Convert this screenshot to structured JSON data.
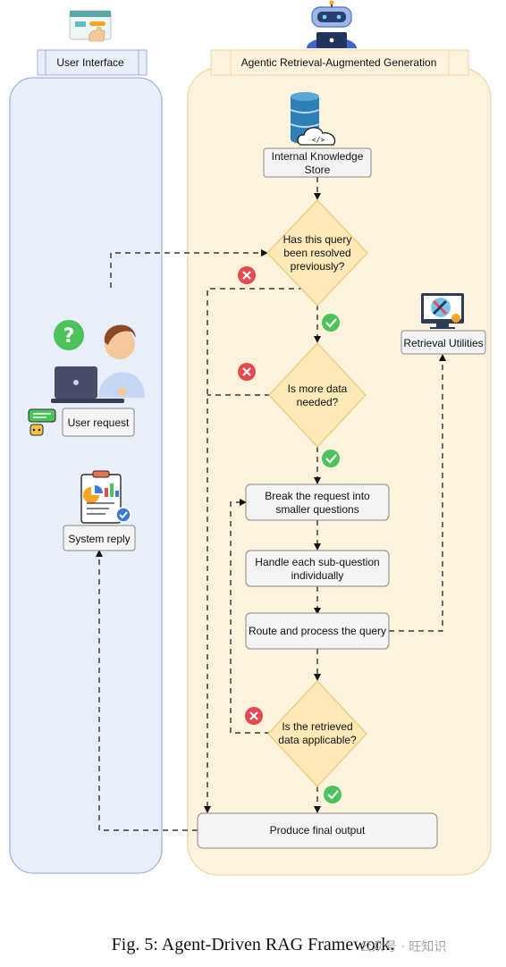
{
  "swimlanes": {
    "ui_title": "User Interface",
    "rag_title": "Agentic Retrieval-Augmented Generation"
  },
  "nodes": {
    "knowledge_store": [
      "Internal Knowledge",
      "Store"
    ],
    "resolved_decision": [
      "Has this query",
      "been resolved",
      "previously?"
    ],
    "more_data_decision": [
      "Is more data",
      "needed?"
    ],
    "break_request": [
      "Break the request into",
      "smaller questions"
    ],
    "handle_subquestion": [
      "Handle each sub-question",
      "individually"
    ],
    "route_process": "Route and process the query",
    "applicable_decision": [
      "Is the retrieved",
      "data applicable?"
    ],
    "final_output": "Produce final output",
    "retrieval_utilities": "Retrieval Utilities",
    "user_request": "User request",
    "system_reply": "System reply"
  },
  "caption": "Fig. 5: Agent-Driven RAG Framework.",
  "watermark": "公众号 · 旺知识",
  "colors": {
    "ui_lane_fill": "#e8eefa",
    "ui_lane_stroke": "#9db3dd",
    "rag_lane_fill": "#fdf3dc",
    "rag_lane_stroke": "#ecd7a2",
    "decision_fill": "#fde9b8",
    "decision_stroke": "#e8c870",
    "box_fill": "#f4f4f4",
    "box_stroke": "#888888",
    "yes_badge": "#4cc25a",
    "no_badge": "#e34a52"
  }
}
